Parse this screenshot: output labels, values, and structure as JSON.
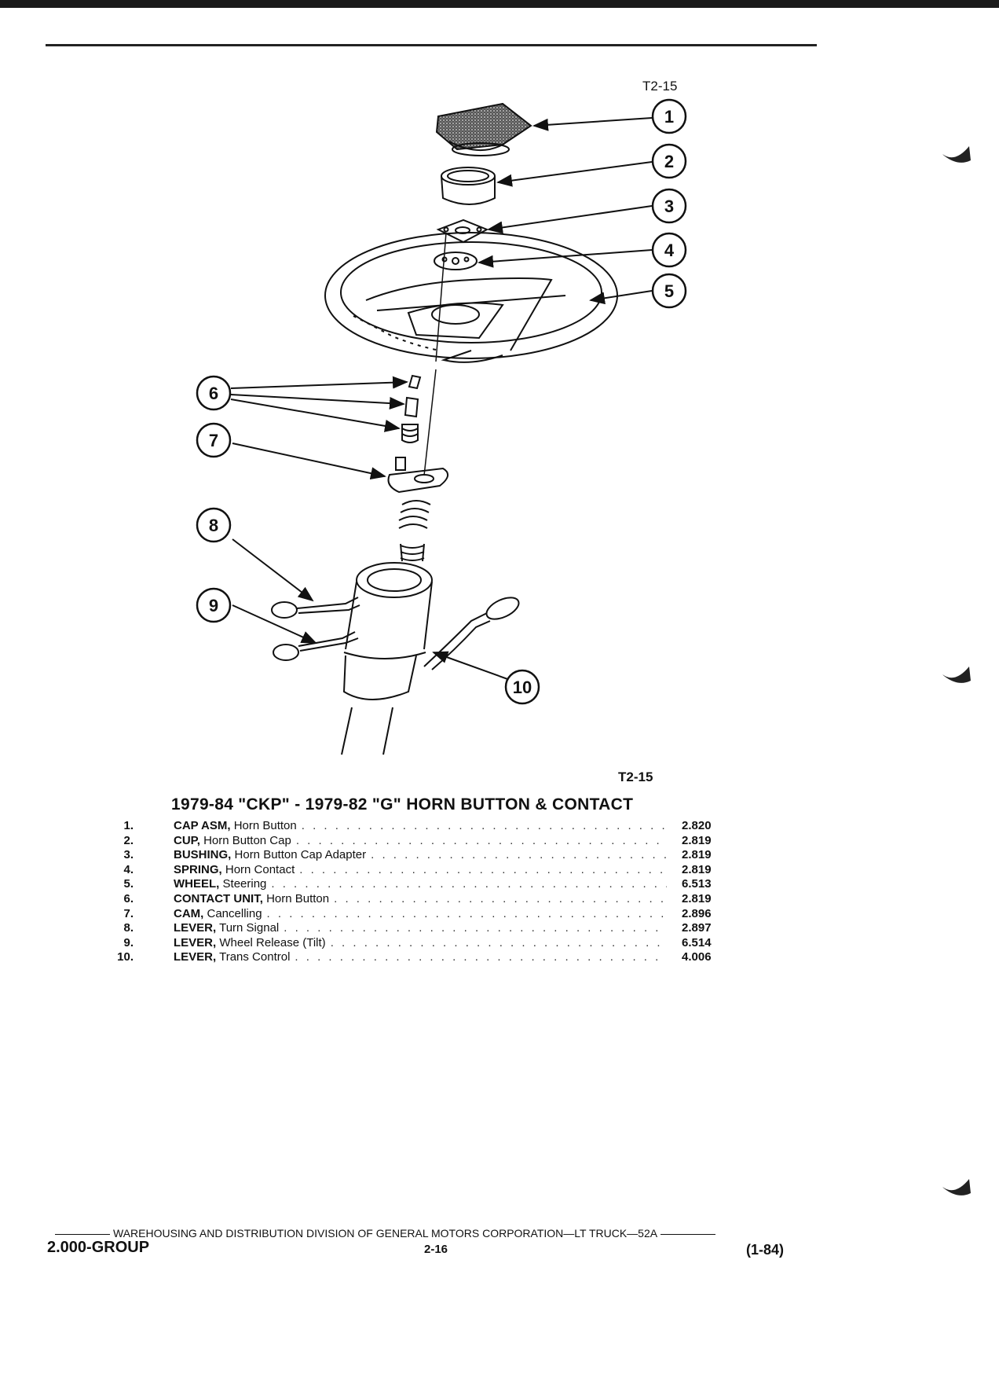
{
  "figure_id_top": "T2-15",
  "figure_id_bottom": "T2-15",
  "callouts": [
    "1",
    "2",
    "3",
    "4",
    "5",
    "6",
    "7",
    "8",
    "9",
    "10"
  ],
  "parts_title": "1979-84 \"CKP\" - 1979-82 \"G\" HORN BUTTON & CONTACT",
  "parts": [
    {
      "num": "1.",
      "name": "CAP ASM,",
      "desc": "Horn Button",
      "ref": "2.820"
    },
    {
      "num": "2.",
      "name": "CUP,",
      "desc": "Horn Button Cap",
      "ref": "2.819"
    },
    {
      "num": "3.",
      "name": "BUSHING,",
      "desc": "Horn Button Cap Adapter",
      "ref": "2.819"
    },
    {
      "num": "4.",
      "name": "SPRING,",
      "desc": "Horn Contact",
      "ref": "2.819"
    },
    {
      "num": "5.",
      "name": "WHEEL,",
      "desc": "Steering",
      "ref": "6.513"
    },
    {
      "num": "6.",
      "name": "CONTACT UNIT,",
      "desc": "Horn Button",
      "ref": "2.819"
    },
    {
      "num": "7.",
      "name": "CAM,",
      "desc": "Cancelling",
      "ref": "2.896"
    },
    {
      "num": "8.",
      "name": "LEVER,",
      "desc": "Turn Signal",
      "ref": "2.897"
    },
    {
      "num": "9.",
      "name": "LEVER,",
      "desc": "Wheel Release (Tilt)",
      "ref": "6.514"
    },
    {
      "num": "10.",
      "name": "LEVER,",
      "desc": "Trans Control",
      "ref": "4.006"
    }
  ],
  "footer": {
    "publisher": "WAREHOUSING AND DISTRIBUTION  DIVISION OF GENERAL MOTORS CORPORATION—LT TRUCK—52A",
    "group": "2.000-GROUP",
    "page": "2-16",
    "date": "(1-84)"
  }
}
